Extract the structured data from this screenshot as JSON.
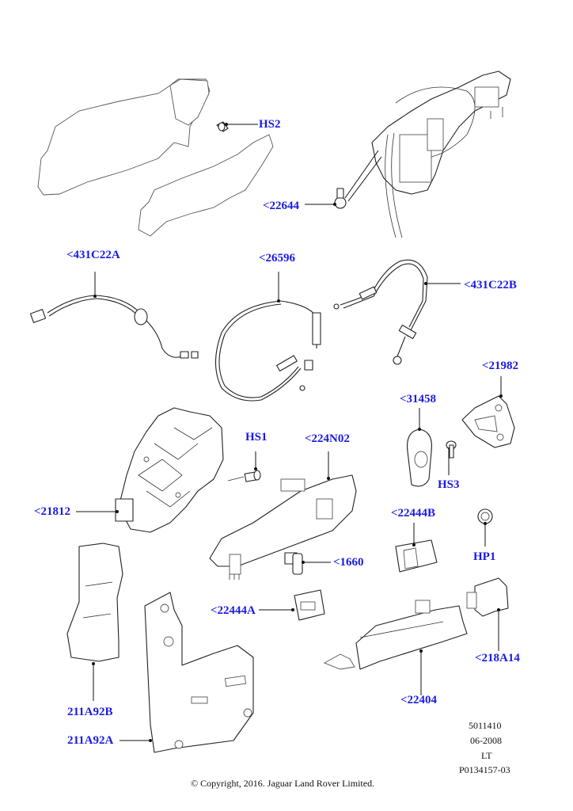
{
  "diagram": {
    "title": "Exterior door handle and latch components",
    "label_color": "#1a1ae6",
    "callouts": [
      {
        "id": "hs2",
        "text": "HS2"
      },
      {
        "id": "c22644",
        "text": "<22644"
      },
      {
        "id": "c431C22A",
        "text": "<431C22A"
      },
      {
        "id": "c26596",
        "text": "<26596"
      },
      {
        "id": "c431C22B",
        "text": "<431C22B"
      },
      {
        "id": "c21982",
        "text": "<21982"
      },
      {
        "id": "c31458",
        "text": "<31458"
      },
      {
        "id": "hs1",
        "text": "HS1"
      },
      {
        "id": "c224N02",
        "text": "<224N02"
      },
      {
        "id": "hs3",
        "text": "HS3"
      },
      {
        "id": "c21812",
        "text": "<21812"
      },
      {
        "id": "c22444B",
        "text": "<22444B"
      },
      {
        "id": "hp1",
        "text": "HP1"
      },
      {
        "id": "c1660",
        "text": "<1660"
      },
      {
        "id": "c22444A",
        "text": "<22444A"
      },
      {
        "id": "c218A14",
        "text": "<218A14"
      },
      {
        "id": "c22404",
        "text": "<22404"
      },
      {
        "id": "c211A92B",
        "text": "211A92B"
      },
      {
        "id": "c211A92A",
        "text": "211A92A"
      }
    ]
  },
  "meta_block": {
    "illustration_no": "5011410",
    "date": "06-2008",
    "side": "LT",
    "part_ref": "P0134157-03"
  },
  "footer": {
    "copyright": "© Copyright, 2016. Jaguar Land Rover Limited."
  }
}
